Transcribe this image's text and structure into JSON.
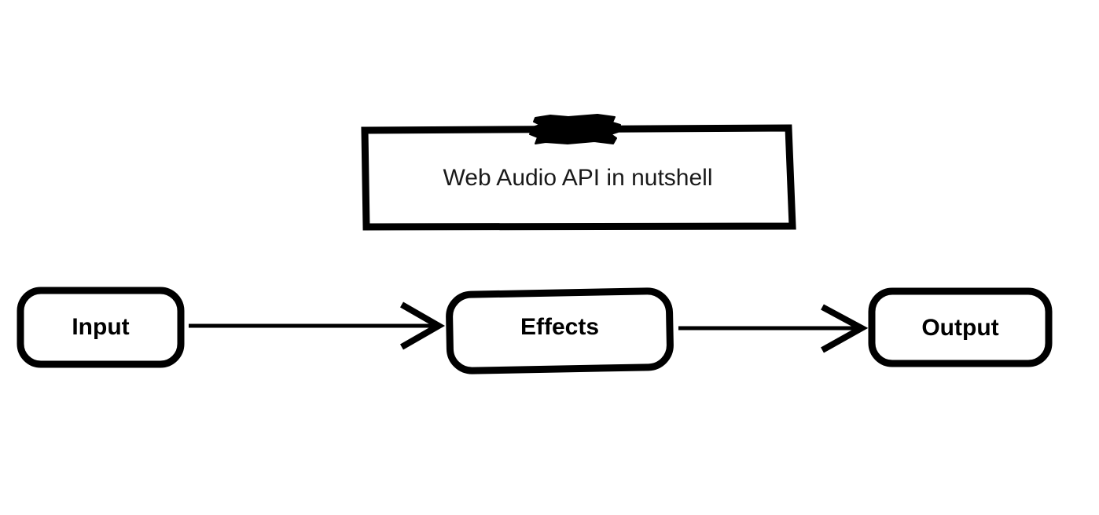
{
  "diagram": {
    "title_box": {
      "text": "Web Audio API in nutshell",
      "stroke_color": "#000000",
      "fill_color": "#ffffff"
    },
    "redaction_mark": {
      "name": "scribble-redaction-blob",
      "color": "#000000"
    },
    "nodes": [
      {
        "id": "input",
        "label": "Input"
      },
      {
        "id": "effects",
        "label": "Effects"
      },
      {
        "id": "output",
        "label": "Output"
      }
    ],
    "connectors": [
      {
        "id": "input-to-effects",
        "from": "Input",
        "to": "Effects",
        "style": "open-chevron-arrow"
      },
      {
        "id": "effects-to-output",
        "from": "Effects",
        "to": "Output",
        "style": "open-chevron-arrow"
      }
    ],
    "colors": {
      "stroke": "#000000",
      "background": "#ffffff",
      "text": "#000000"
    }
  }
}
